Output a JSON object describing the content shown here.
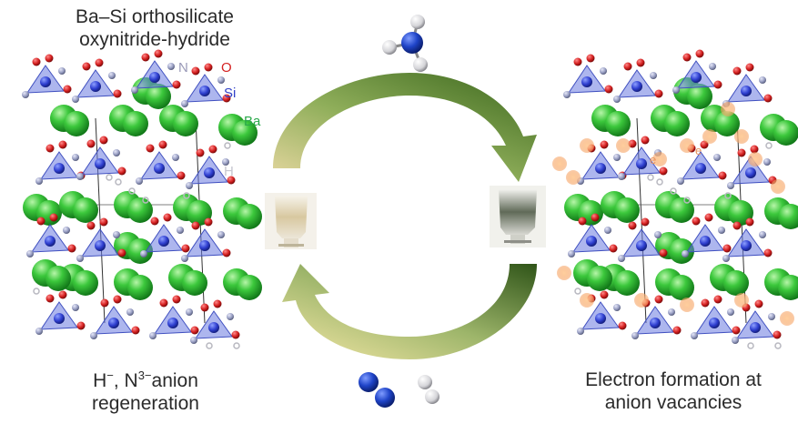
{
  "labels": {
    "title_line1": "Ba–Si orthosilicate",
    "title_line2": "oxynitride-hydride",
    "regen_line1_pre": "H",
    "regen_sup1": "−",
    "regen_mid": ", N",
    "regen_sup2": "3−",
    "regen_post": "anion",
    "regen_line2": "regeneration",
    "electron_line1": "Electron formation at",
    "electron_line2": "anion vacancies"
  },
  "elements": {
    "N": "N",
    "O": "O",
    "Si": "Si",
    "Ba": "Ba",
    "H": "H"
  },
  "electron_symbol": "e",
  "colors": {
    "ba": "#3cc83c",
    "si": "#2f3fd0",
    "o": "#d42020",
    "n": "#8a8fb8",
    "h": "#c8c8cc",
    "electron": "#f5a060",
    "arrow_dark": "#3f6a1f",
    "arrow_light": "#e8d89a"
  }
}
